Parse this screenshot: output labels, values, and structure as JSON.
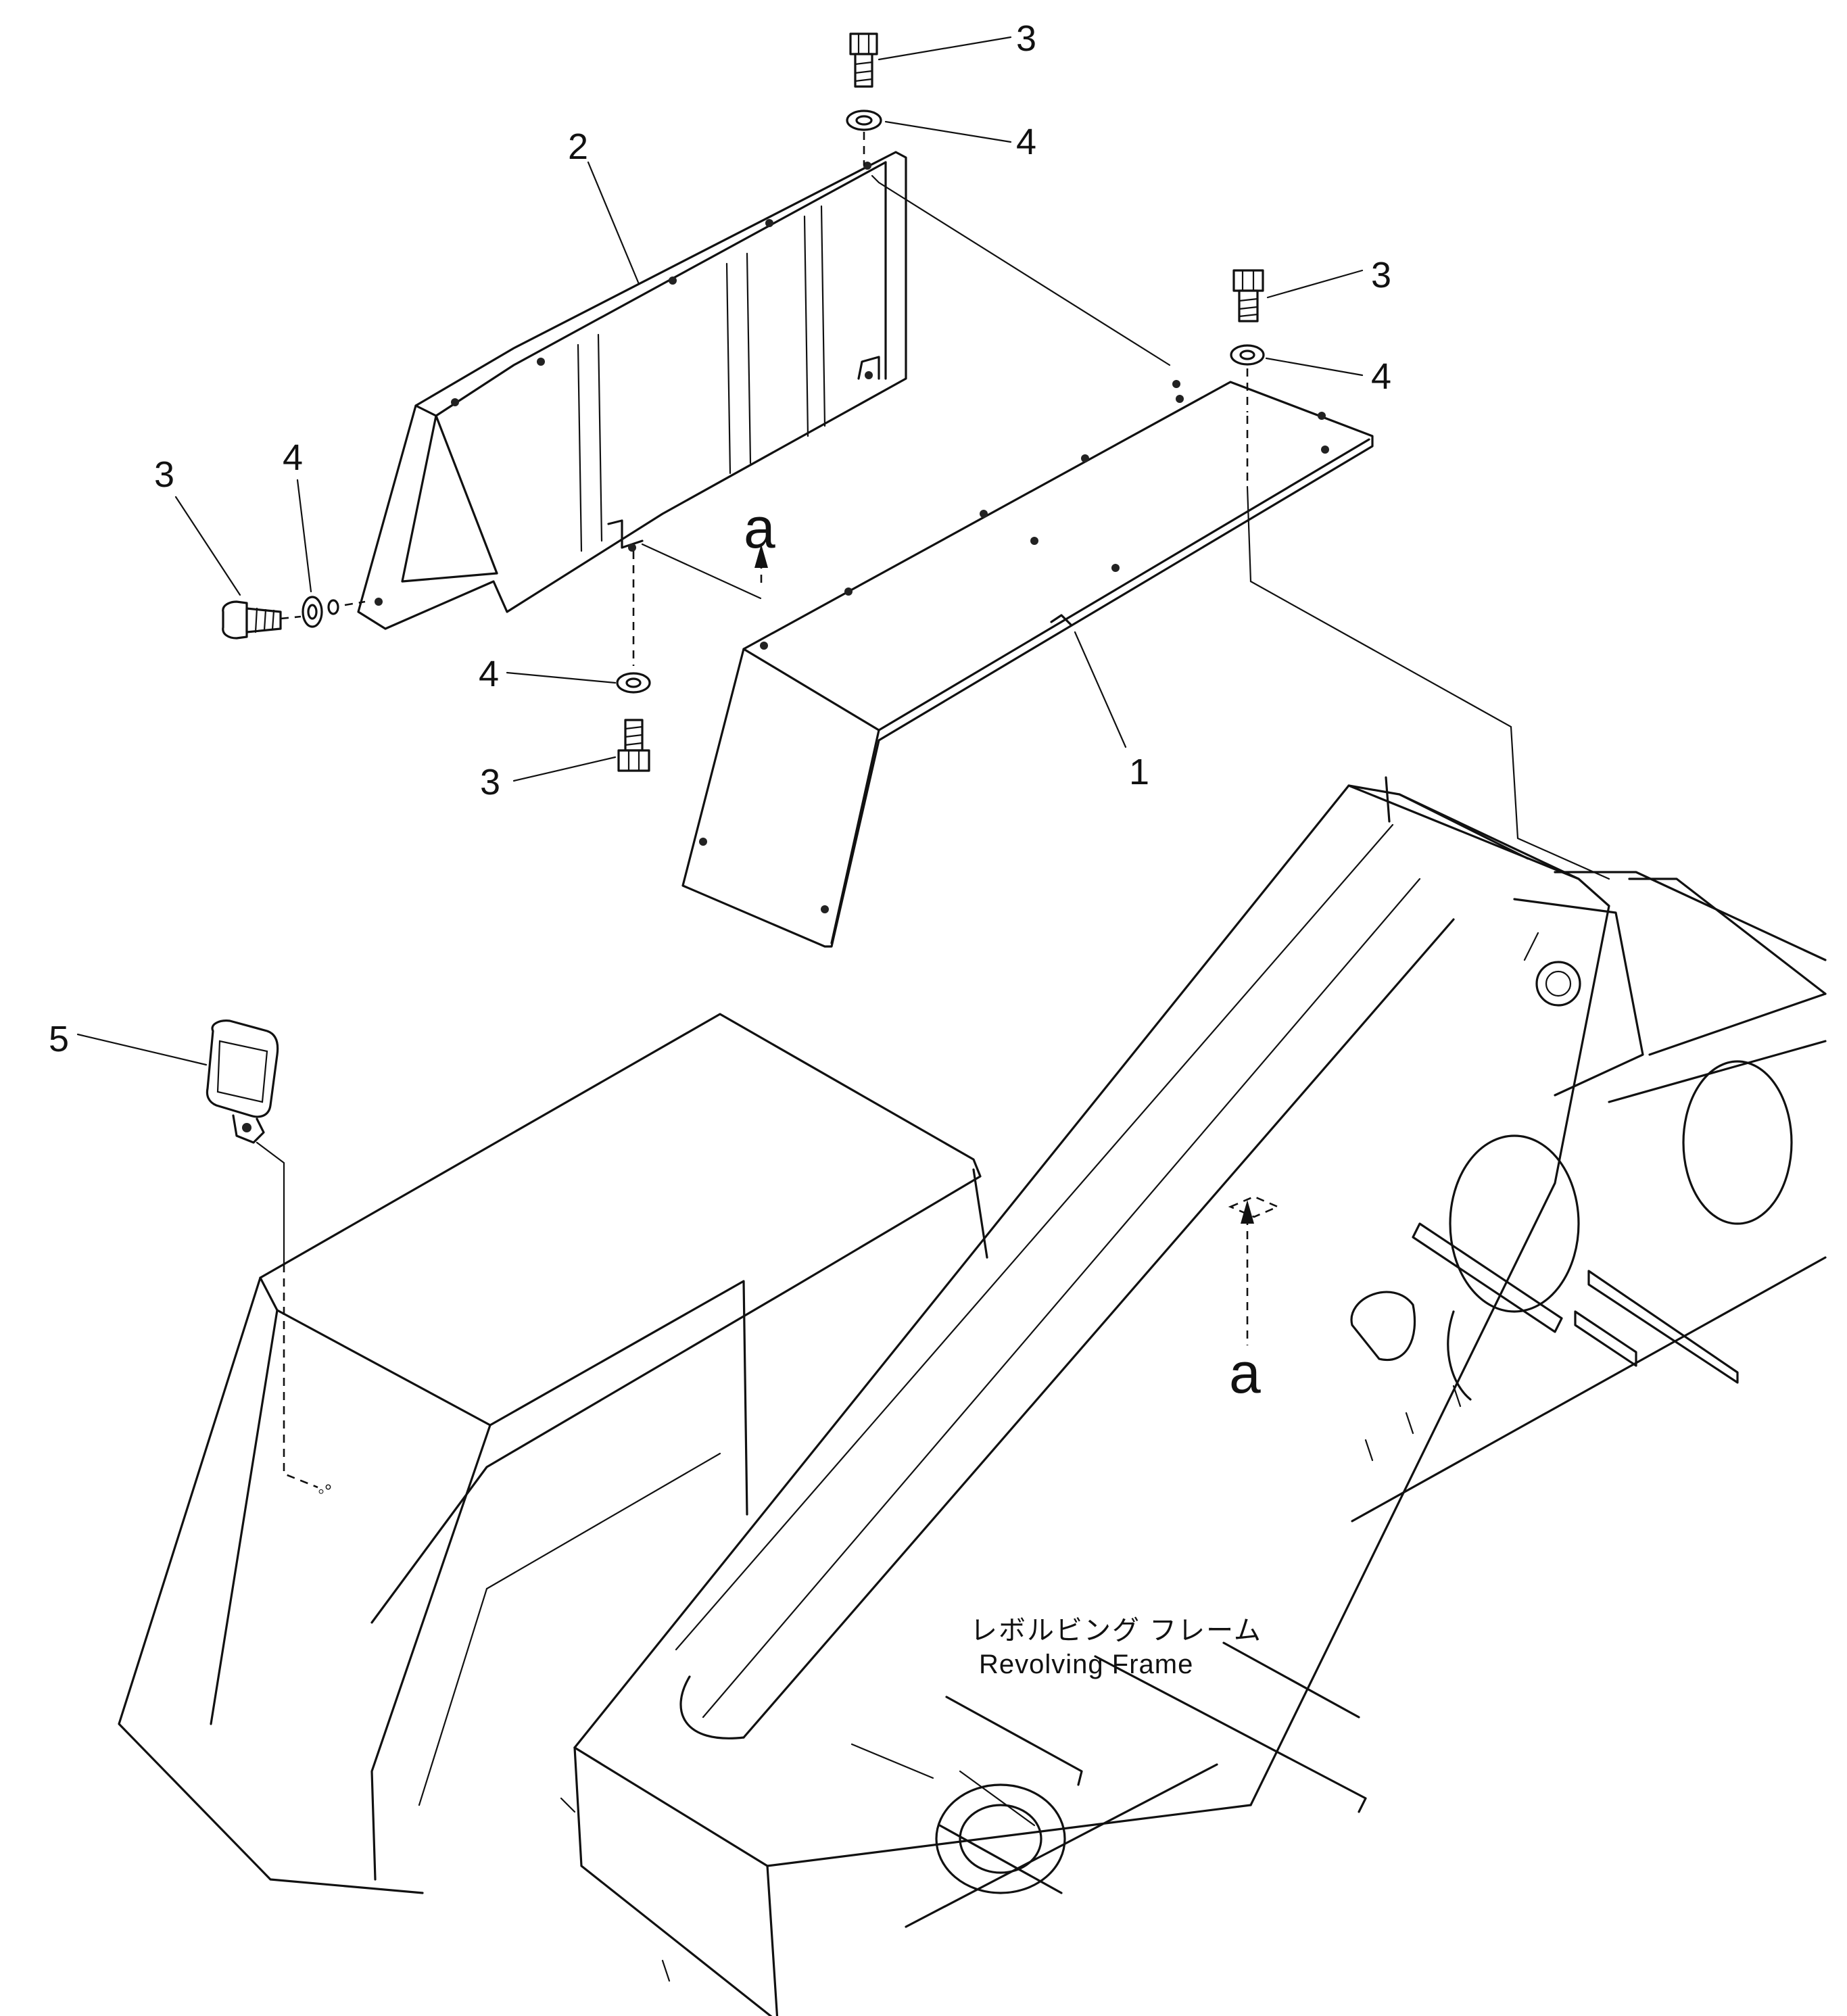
{
  "callouts": {
    "part1": "1",
    "part2": "2",
    "part3": "3",
    "part4": "4",
    "part5": "5"
  },
  "reference_mark": "a",
  "frame_label": {
    "japanese": "レボルビング フレーム",
    "english": "Revolving Frame"
  }
}
